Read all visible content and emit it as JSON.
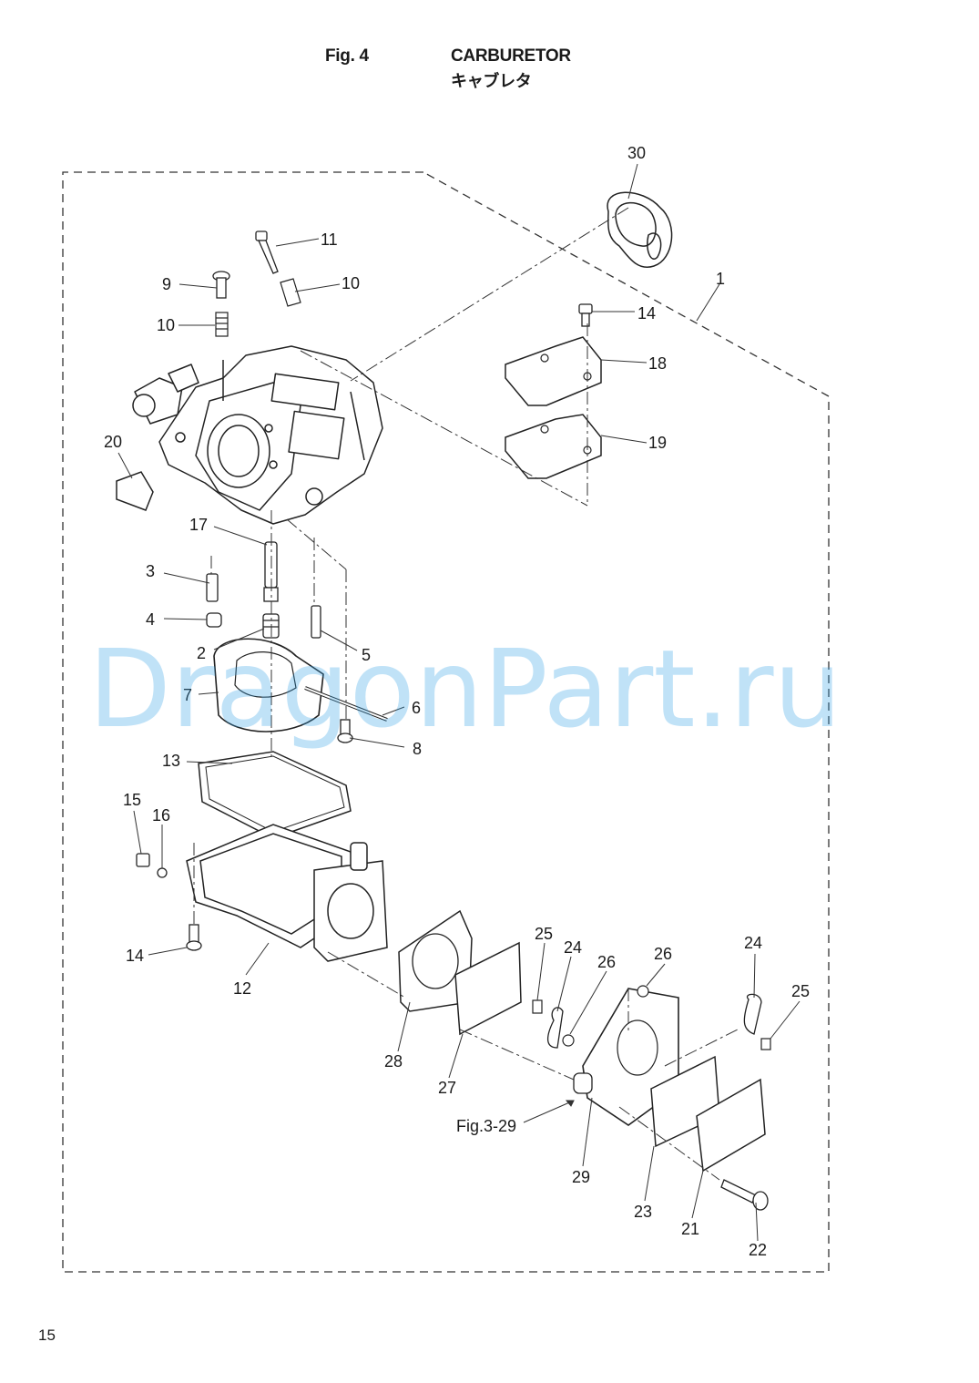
{
  "header": {
    "figure": "Fig. 4",
    "title": "CARBURETOR",
    "title_jp": "キャブレタ"
  },
  "page_number": "15",
  "watermark": "DragonPart.ru",
  "cross_reference": "Fig.3-29",
  "callouts": [
    "30",
    "11",
    "1",
    "9",
    "10",
    "10",
    "14",
    "18",
    "19",
    "20",
    "17",
    "3",
    "4",
    "2",
    "5",
    "7",
    "6",
    "8",
    "13",
    "15",
    "16",
    "14",
    "12",
    "25",
    "24",
    "26",
    "26",
    "24",
    "25",
    "28",
    "27",
    "29",
    "23",
    "21",
    "22"
  ]
}
